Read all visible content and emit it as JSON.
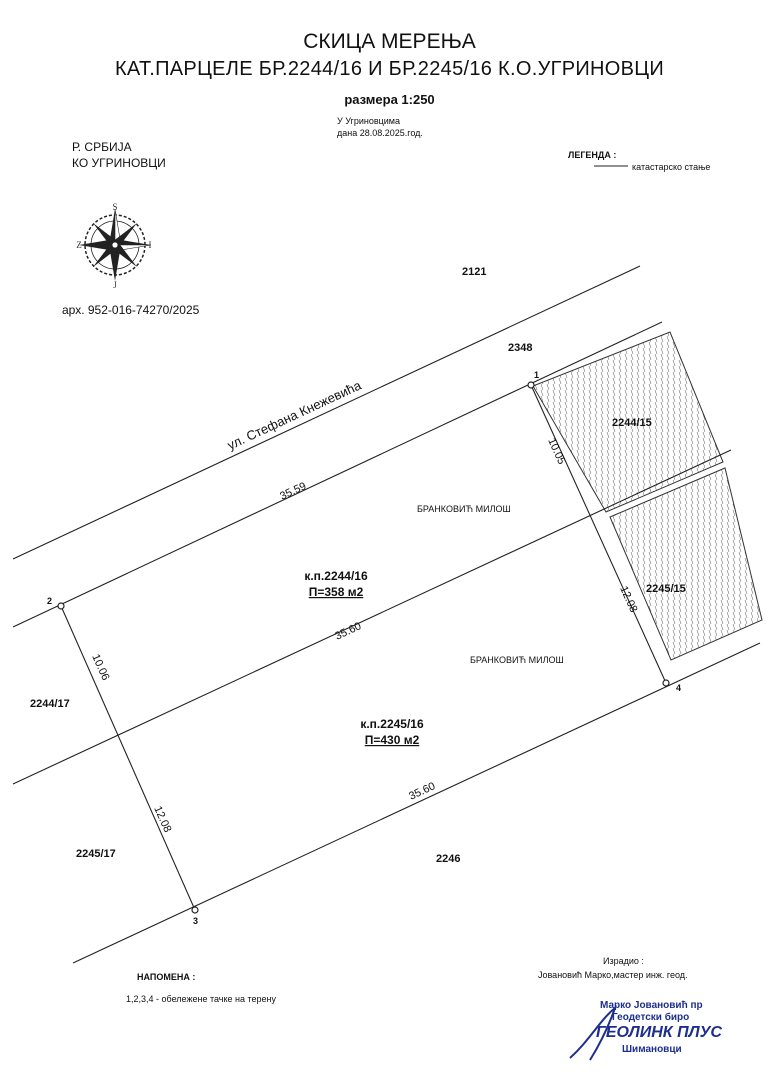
{
  "header": {
    "title": "СКИЦА МЕРЕЊА",
    "subtitle": "КАТ.ПАРЦЕЛЕ БР.2244/16 И БР.2245/16   К.О.УГРИНОВЦИ",
    "scale": "размера 1:250",
    "place": "У Угриновцима",
    "date": "дана 28.08.2025.год."
  },
  "left_info": {
    "country": "Р. СРБИЈА",
    "municipality": "КО УГРИНОВЦИ",
    "archive": "арх. 952-016-74270/2025"
  },
  "compass": {
    "north": "S",
    "east": "I",
    "south": "J",
    "west": "Z"
  },
  "legend": {
    "title": "ЛЕГЕНДА :",
    "item": "катастарско стање"
  },
  "parcels": {
    "p2121": "2121",
    "p2348": "2348",
    "p2244_15": "2244/15",
    "p2245_15": "2245/15",
    "p2244_17": "2244/17",
    "p2245_17": "2245/17",
    "p2246": "2246",
    "street": "ул. Стефана Кнежевића",
    "kp1": "к.п.2244/16",
    "area1": "П=358 м2",
    "kp2": "к.п.2245/16",
    "area2": "П=430 м2",
    "owner1": "БРАНКОВИЋ МИЛОШ",
    "owner2": "БРАНКОВИЋ МИЛОШ"
  },
  "dimensions": {
    "top": "35.59",
    "middle": "35.60",
    "bottom": "35.60",
    "right_upper": "10.05",
    "right_lower": "12.08",
    "left_upper": "10.06",
    "left_lower": "12.08"
  },
  "points": {
    "p1": "1",
    "p2": "2",
    "p3": "3",
    "p4": "4"
  },
  "note": {
    "title": "НАПОМЕНА :",
    "text": "1,2,3,4 -   обележене тачке на терену"
  },
  "author": {
    "made_by": "Израдио :",
    "name": "Јовановић Марко,мастер инж. геод."
  },
  "stamp": {
    "line1": "Марко Јовановић пр",
    "line2": "Геодетски биро",
    "line3": "ГЕОЛИНК ПЛУС",
    "line4": "Шимановци"
  }
}
